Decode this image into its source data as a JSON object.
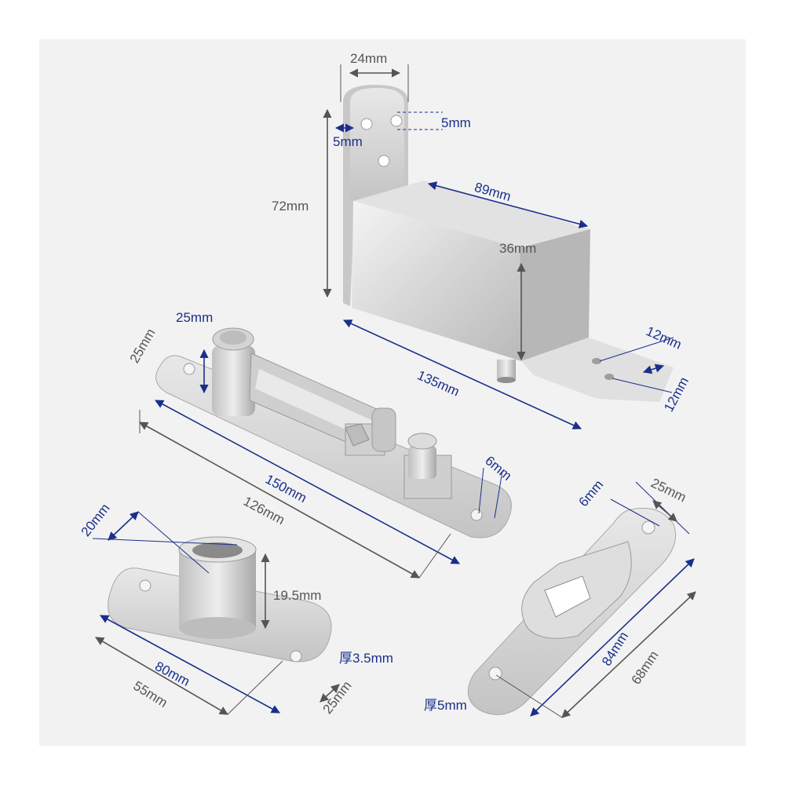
{
  "colors": {
    "background": "#f2f2f2",
    "dim_blue": "#1a2f8a",
    "dim_gray": "#555555",
    "steel": "#d9d9d9"
  },
  "top_hinge": {
    "width": "24mm",
    "hole_offset_a": "5mm",
    "hole_offset_b": "5mm",
    "height": "72mm",
    "arm_length": "89mm",
    "body_height": "36mm",
    "total_length": "135mm",
    "hole_spacing_a": "12mm",
    "hole_spacing_b": "12mm"
  },
  "pivot_arm": {
    "post_width": "25mm",
    "plate_width": "25mm",
    "total_length": "150mm",
    "hole_spacing": "126mm",
    "hole_diameter": "6mm"
  },
  "bottom_socket": {
    "socket_diameter": "20mm",
    "socket_height": "19.5mm",
    "thickness": "厚3.5mm",
    "total_length": "80mm",
    "hole_spacing": "55mm",
    "width": "25mm"
  },
  "slot_plate": {
    "hole_diameter": "6mm",
    "width": "25mm",
    "total_length": "84mm",
    "hole_spacing": "68mm",
    "thickness": "厚5mm"
  }
}
